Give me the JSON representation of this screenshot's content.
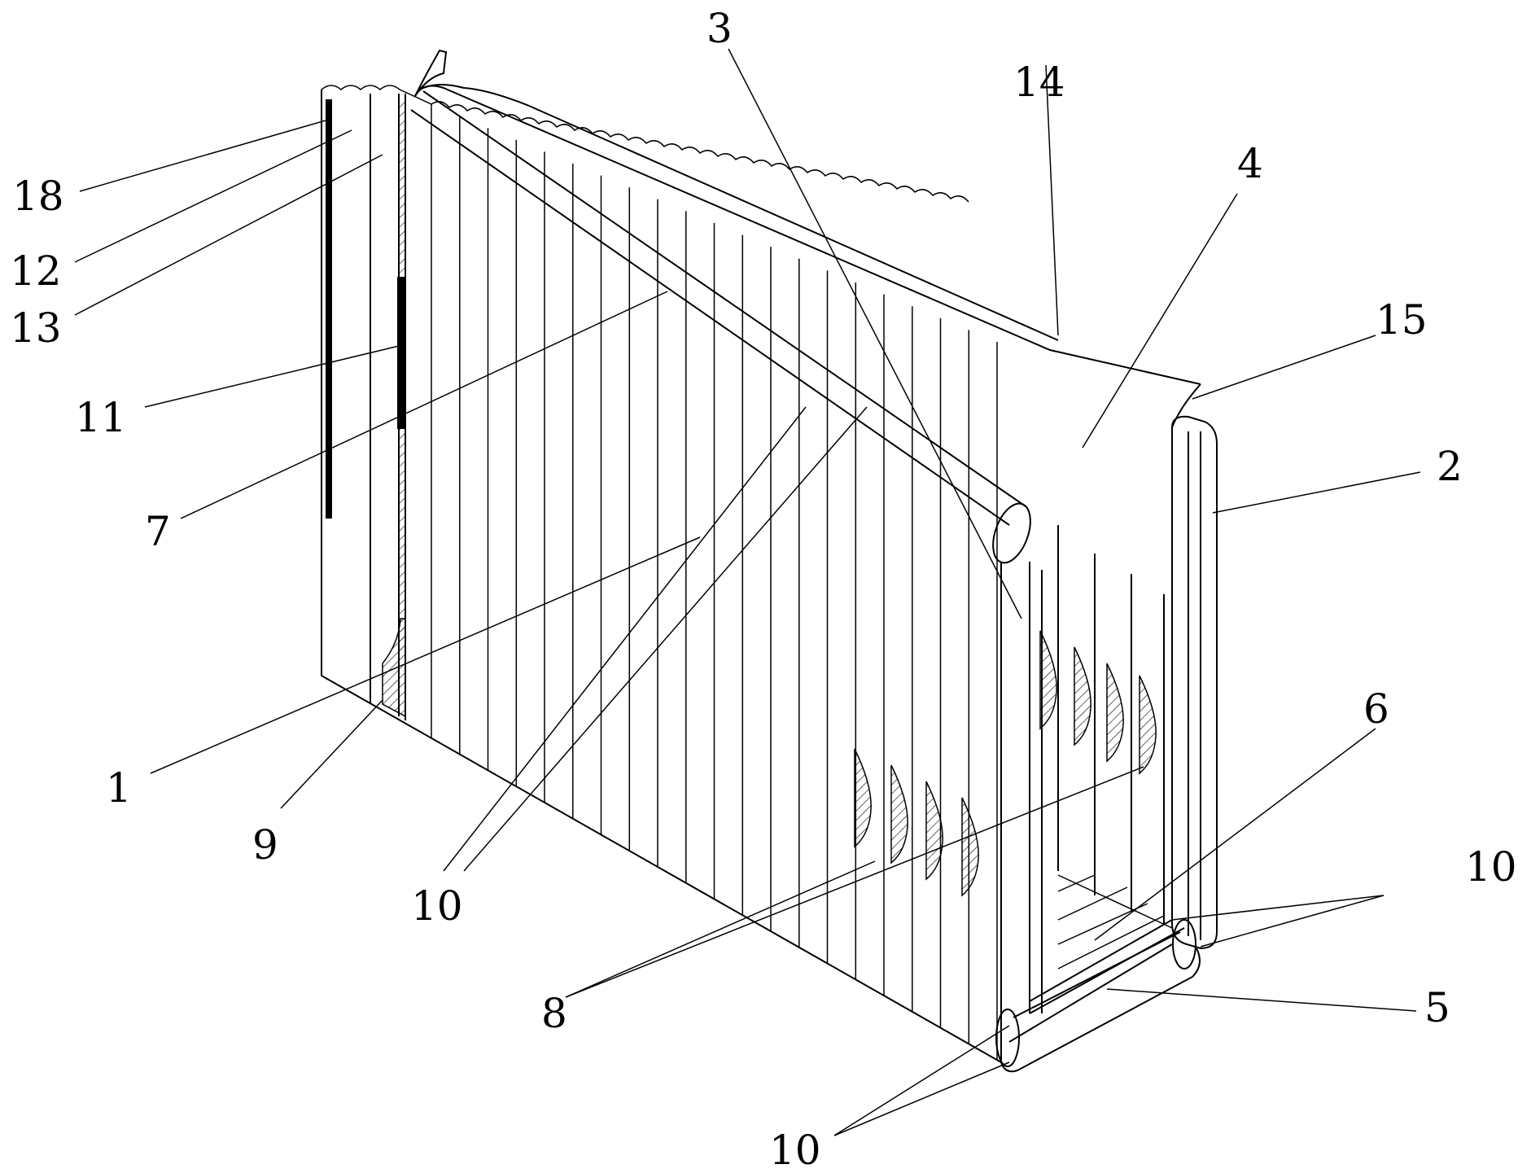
{
  "figure": {
    "stroke_color": "#000000",
    "background_color": "#ffffff",
    "reference_numerals": {
      "n1": "1",
      "n2": "2",
      "n3": "3",
      "n4": "4",
      "n5": "5",
      "n6": "6",
      "n7": "7",
      "n8": "8",
      "n9": "9",
      "n10_a": "10",
      "n10_b": "10",
      "n10_c": "10",
      "n11": "11",
      "n12": "12",
      "n13": "13",
      "n14": "14",
      "n15": "15",
      "n18": "18"
    }
  }
}
